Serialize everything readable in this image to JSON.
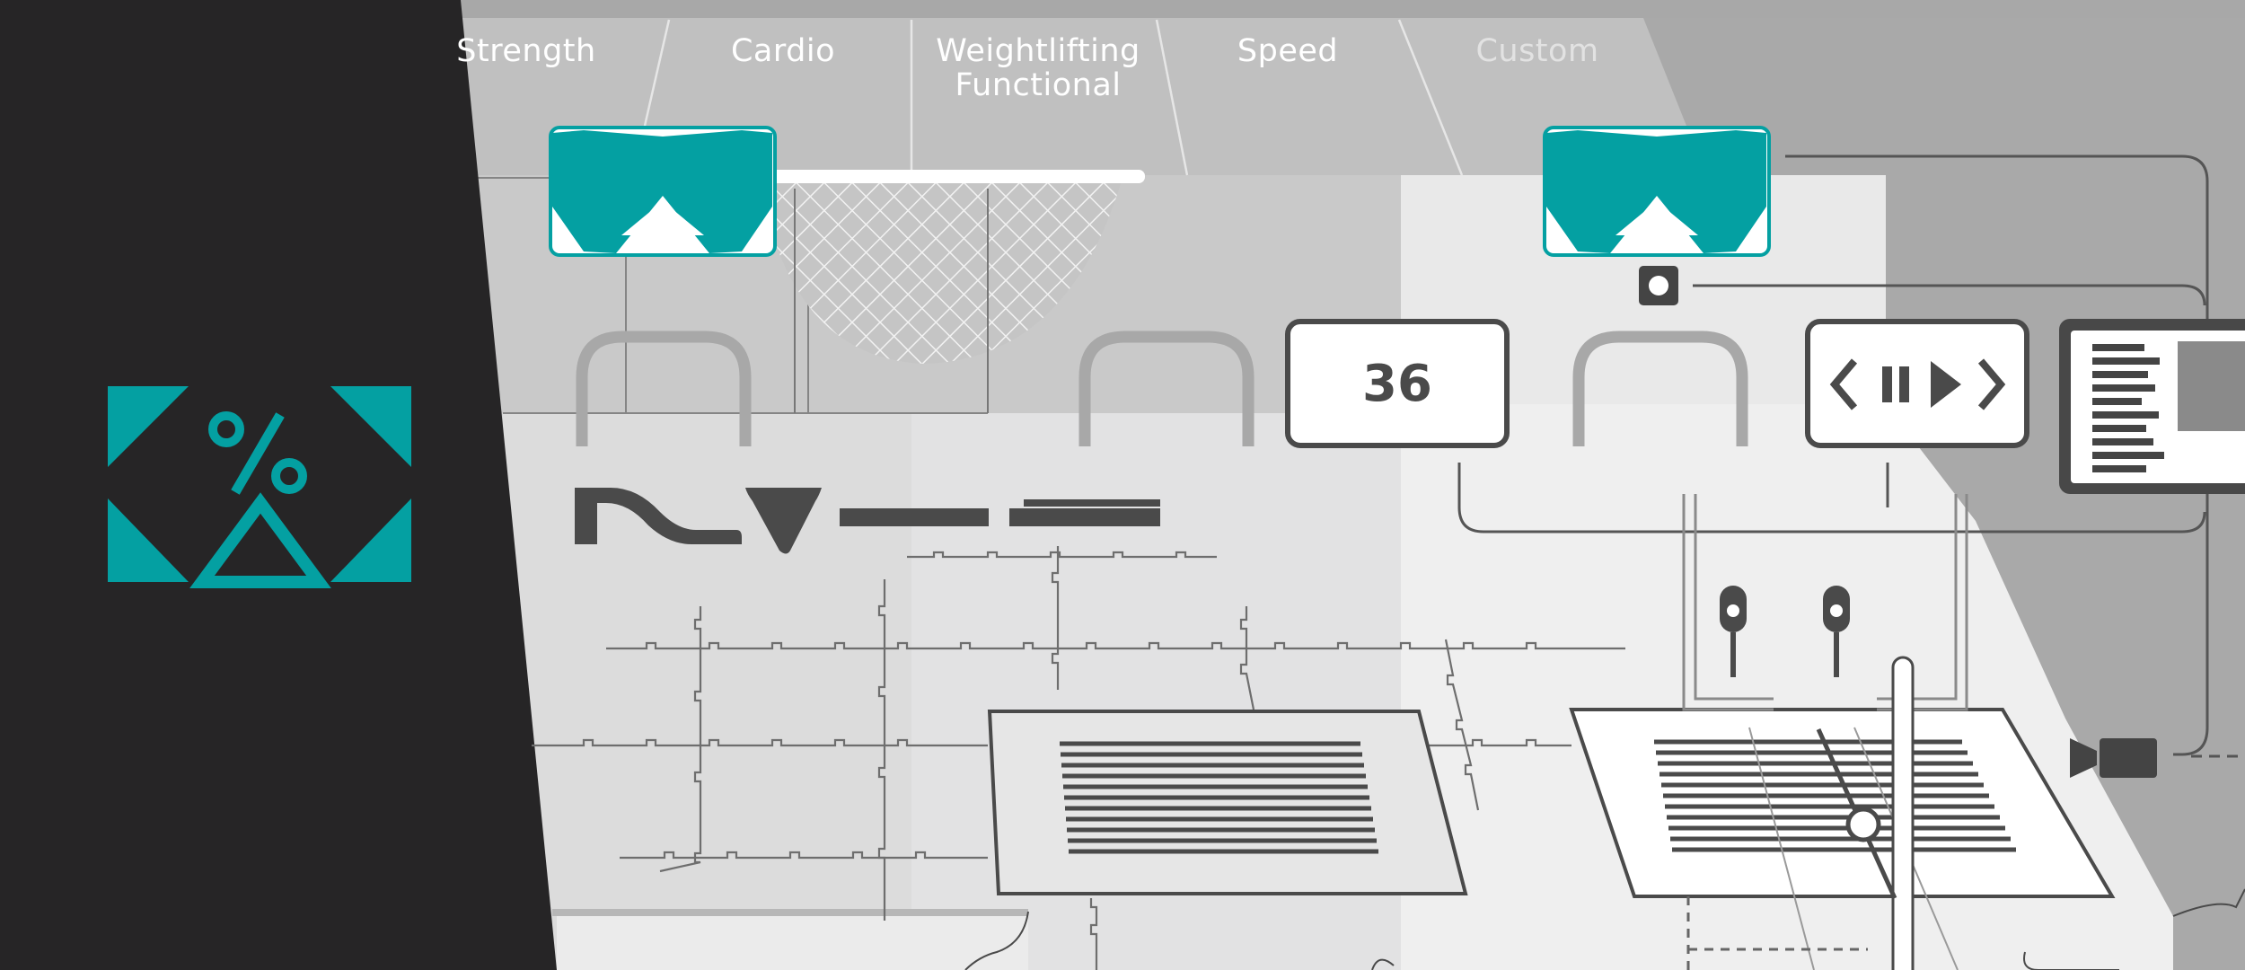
{
  "tabs": [
    {
      "label": "Strength",
      "line2": ""
    },
    {
      "label": "Cardio",
      "line2": ""
    },
    {
      "label": "Weightlifting",
      "line2": "Functional"
    },
    {
      "label": "Speed",
      "line2": ""
    },
    {
      "label": "Custom",
      "line2": ""
    }
  ],
  "counter": {
    "value": "36"
  },
  "icons": {
    "logo": "percent-target-logo",
    "marker": "teal-up-arrow-icon",
    "media": "media-controls-icon",
    "camera": "video-camera-icon"
  },
  "colors": {
    "teal": "#04a0a2",
    "sidebar": "#262526",
    "line": "#4a4a4a"
  }
}
